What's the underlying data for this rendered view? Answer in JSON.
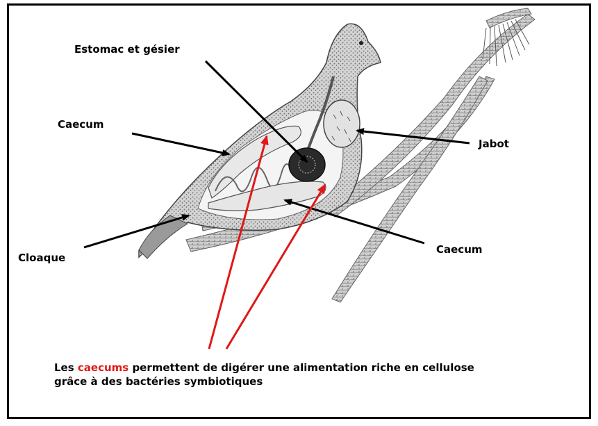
{
  "labels": {
    "stomach": "Estomac et gésier",
    "caecum_upper": "Caecum",
    "crop": "Jabot",
    "cloaca": "Cloaque",
    "caecum_lower": "Caecum"
  },
  "caption": {
    "prefix": "Les ",
    "highlight": "caecums",
    "rest_line1": " permettent de digérer une alimentation riche en cellulose",
    "line2": "grâce à des bactéries symbiotiques"
  },
  "colors": {
    "arrow_black": "#000000",
    "arrow_red": "#e01818",
    "highlight_text": "#e01818",
    "organ_dark": "#2a2a2a",
    "feather_gray": "#6a6a6a"
  },
  "icons": {
    "bird": "grouse-anatomy-illustration",
    "branch": "branch-illustration"
  }
}
